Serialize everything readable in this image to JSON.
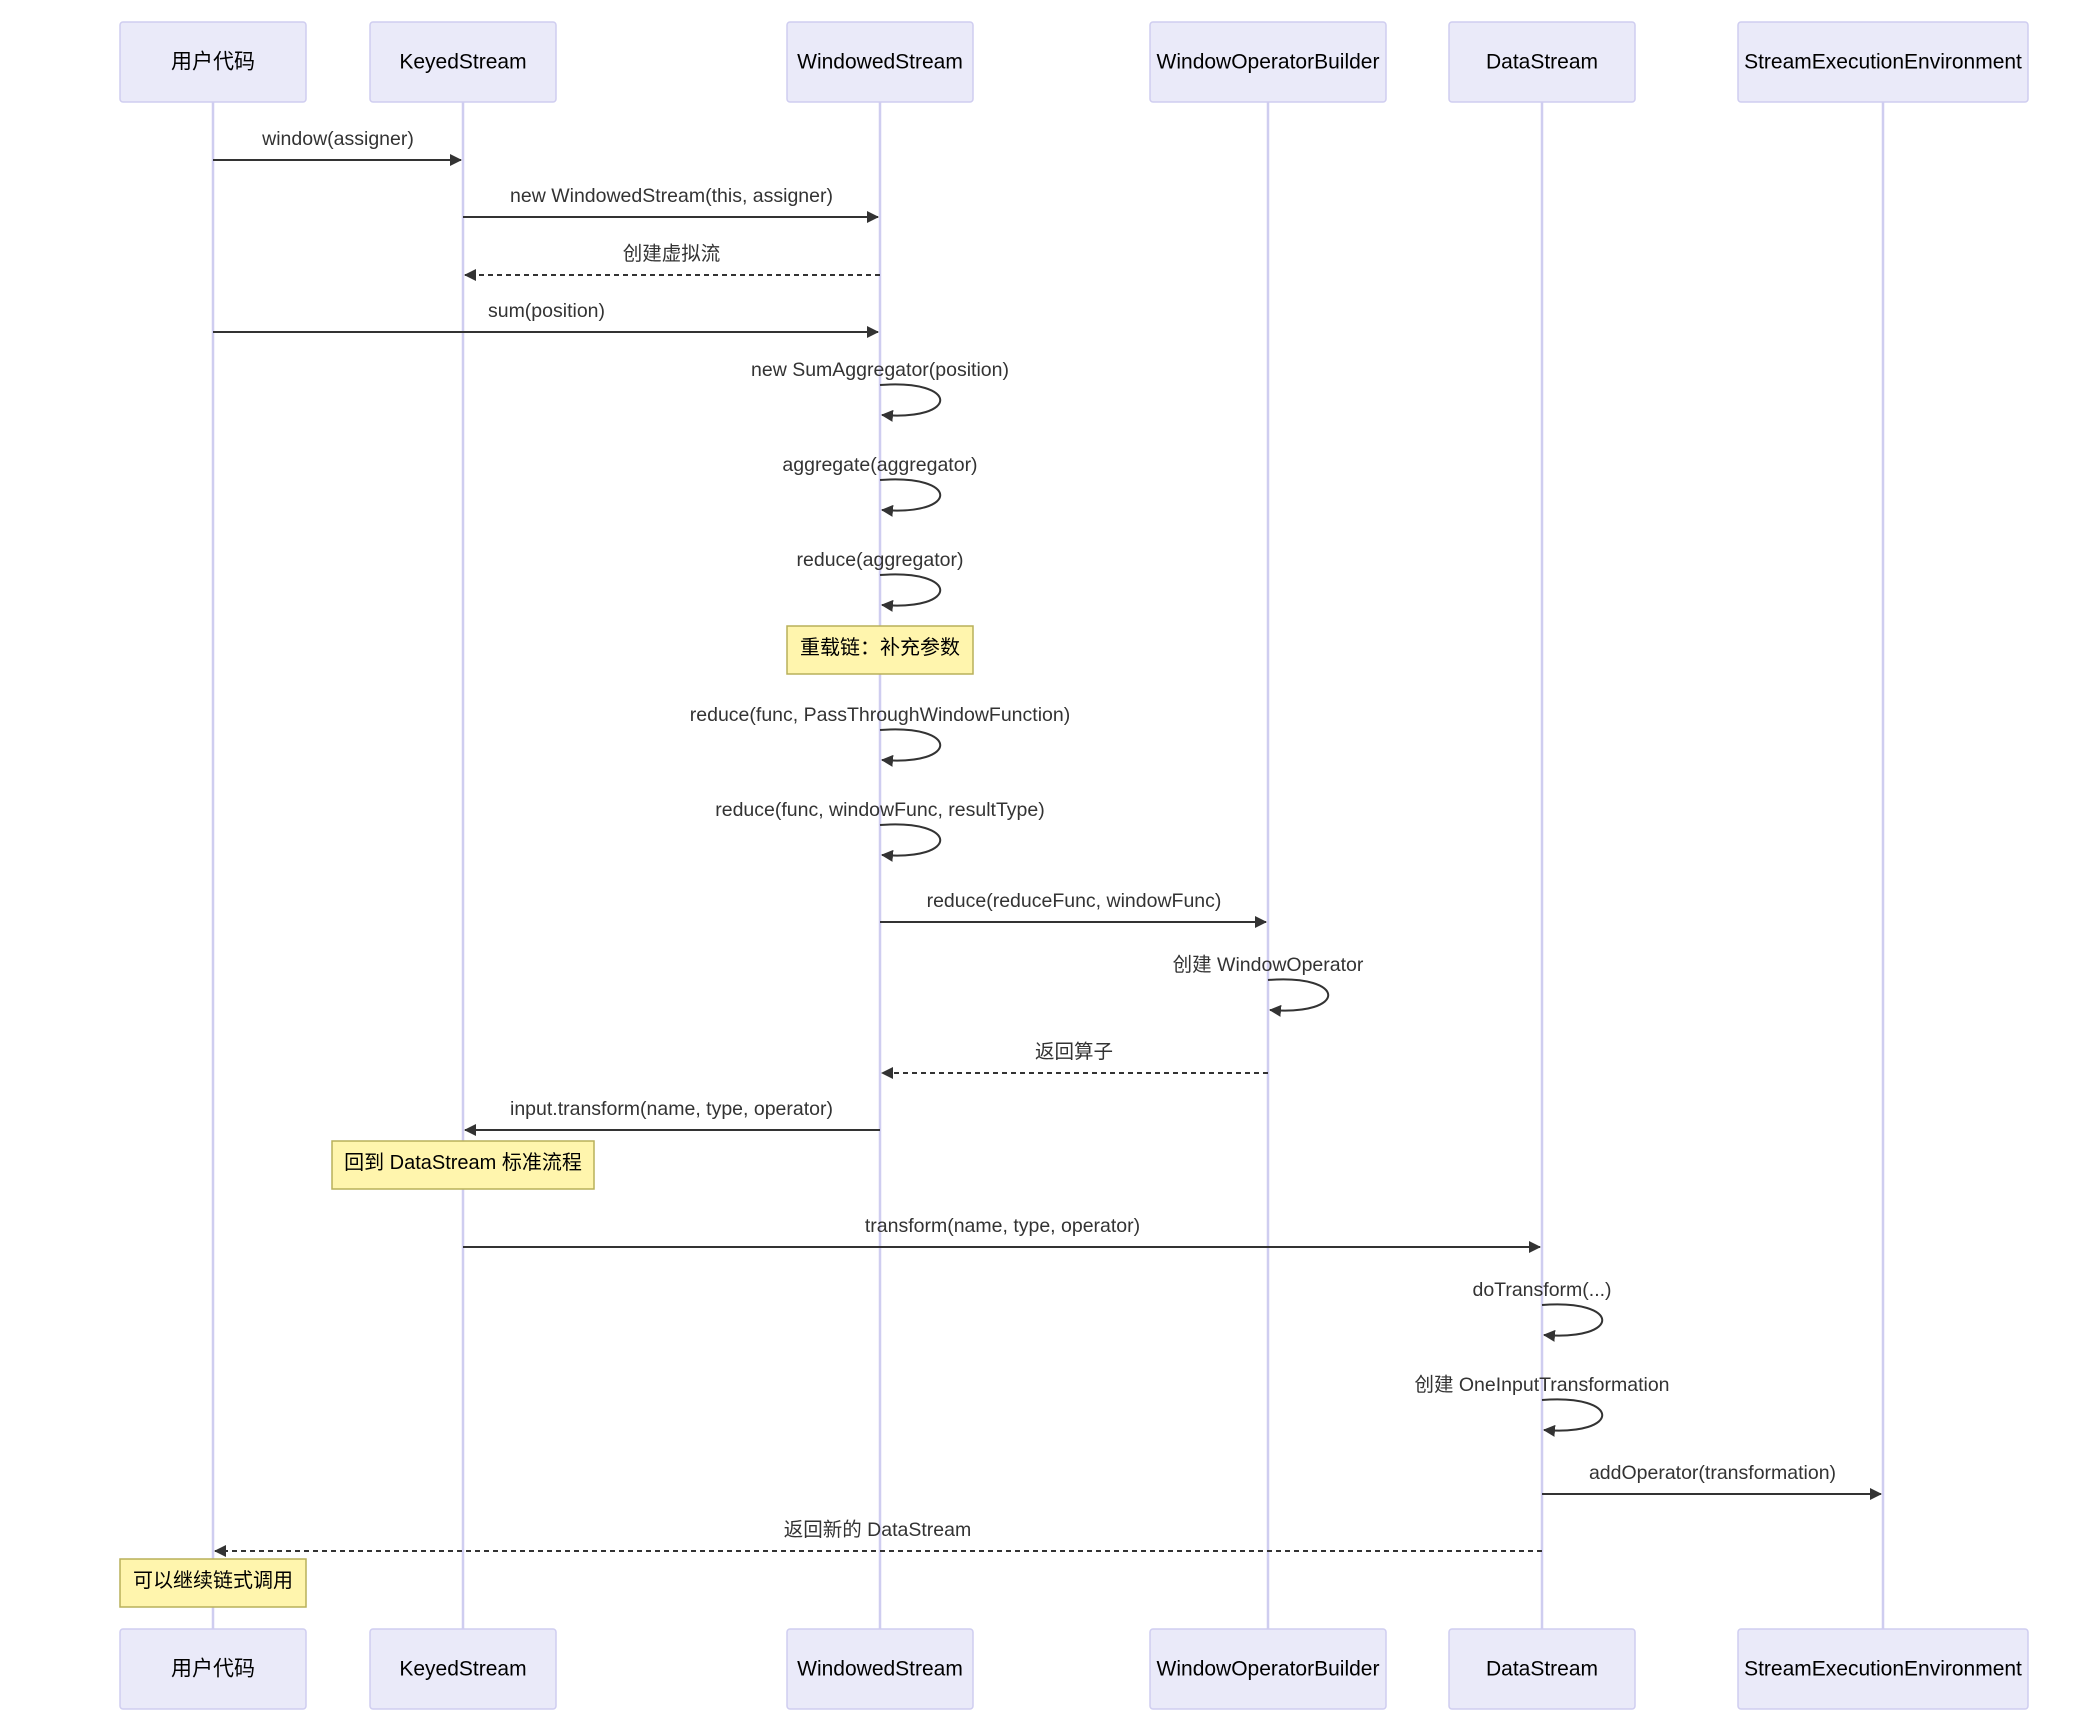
{
  "diagram": {
    "type": "sequence",
    "participants": [
      {
        "id": "user",
        "label": "用户代码"
      },
      {
        "id": "keyed",
        "label": "KeyedStream"
      },
      {
        "id": "windowed",
        "label": "WindowedStream"
      },
      {
        "id": "builder",
        "label": "WindowOperatorBuilder"
      },
      {
        "id": "datastream",
        "label": "DataStream"
      },
      {
        "id": "env",
        "label": "StreamExecutionEnvironment"
      }
    ],
    "events": [
      {
        "kind": "message",
        "from": "user",
        "to": "keyed",
        "label": "window(assigner)",
        "style": "solid"
      },
      {
        "kind": "message",
        "from": "keyed",
        "to": "windowed",
        "label": "new WindowedStream(this, assigner)",
        "style": "solid"
      },
      {
        "kind": "message",
        "from": "windowed",
        "to": "keyed",
        "label": "创建虚拟流",
        "style": "dashed"
      },
      {
        "kind": "message",
        "from": "user",
        "to": "windowed",
        "label": "sum(position)",
        "style": "solid"
      },
      {
        "kind": "self",
        "on": "windowed",
        "label": "new SumAggregator(position)"
      },
      {
        "kind": "self",
        "on": "windowed",
        "label": "aggregate(aggregator)"
      },
      {
        "kind": "self",
        "on": "windowed",
        "label": "reduce(aggregator)"
      },
      {
        "kind": "note",
        "over": "windowed",
        "label": "重载链：补充参数"
      },
      {
        "kind": "self",
        "on": "windowed",
        "label": "reduce(func, PassThroughWindowFunction)"
      },
      {
        "kind": "self",
        "on": "windowed",
        "label": "reduce(func, windowFunc, resultType)"
      },
      {
        "kind": "message",
        "from": "windowed",
        "to": "builder",
        "label": "reduce(reduceFunc, windowFunc)",
        "style": "solid"
      },
      {
        "kind": "self",
        "on": "builder",
        "label": "创建 WindowOperator"
      },
      {
        "kind": "message",
        "from": "builder",
        "to": "windowed",
        "label": "返回算子",
        "style": "dashed"
      },
      {
        "kind": "message",
        "from": "windowed",
        "to": "keyed",
        "label": "input.transform(name, type, operator)",
        "style": "solid"
      },
      {
        "kind": "note",
        "over": "keyed",
        "label": "回到 DataStream 标准流程"
      },
      {
        "kind": "message",
        "from": "keyed",
        "to": "datastream",
        "label": "transform(name, type, operator)",
        "style": "solid"
      },
      {
        "kind": "self",
        "on": "datastream",
        "label": "doTransform(...)"
      },
      {
        "kind": "self",
        "on": "datastream",
        "label": "创建 OneInputTransformation"
      },
      {
        "kind": "message",
        "from": "datastream",
        "to": "env",
        "label": "addOperator(transformation)",
        "style": "solid"
      },
      {
        "kind": "message",
        "from": "datastream",
        "to": "user",
        "label": "返回新的 DataStream",
        "style": "dashed"
      },
      {
        "kind": "note",
        "over": "user",
        "label": "可以继续链式调用"
      }
    ]
  }
}
